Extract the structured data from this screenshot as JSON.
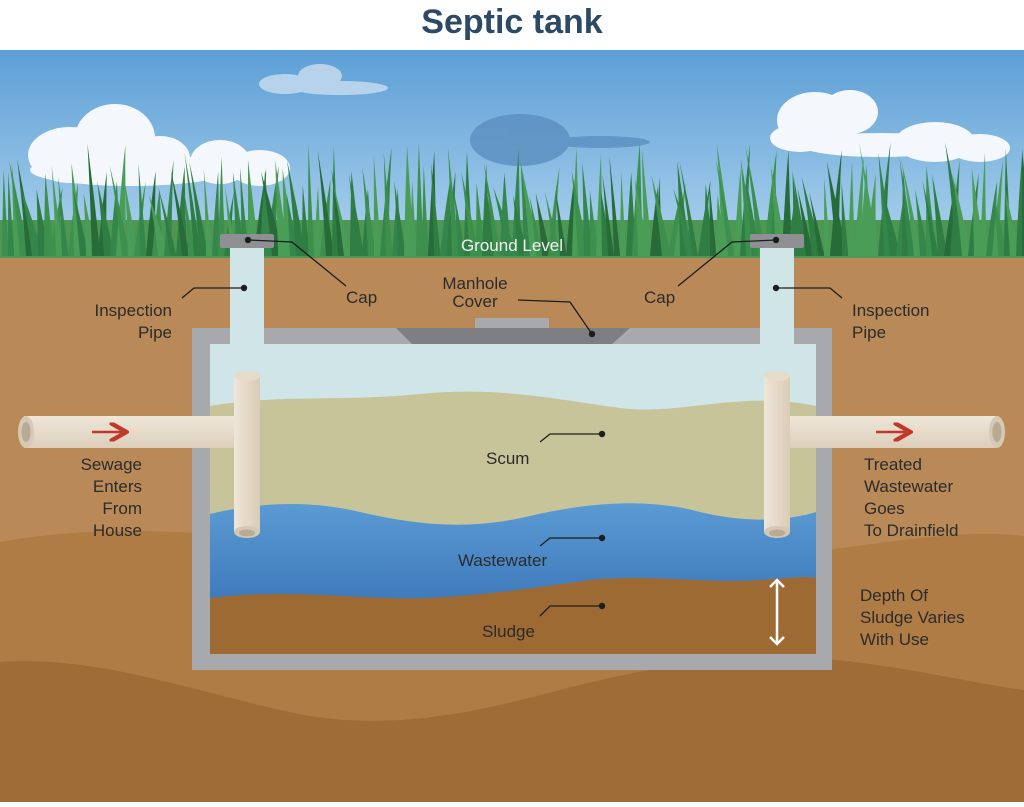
{
  "title": "Septic tank",
  "labels": {
    "ground_level": "Ground Level",
    "cap_left": "Cap",
    "cap_right": "Cap",
    "manhole_cover": [
      "Manhole",
      "Cover"
    ],
    "inspection_pipe_left": [
      "Inspection",
      "Pipe"
    ],
    "inspection_pipe_right": [
      "Inspection",
      "Pipe"
    ],
    "sewage_enters": [
      "Sewage",
      "Enters",
      "From",
      "House"
    ],
    "treated_wastewater": [
      "Treated",
      "Wastewater",
      "Goes",
      "To Drainfield"
    ],
    "scum": "Scum",
    "wastewater": "Wastewater",
    "sludge": "Sludge",
    "depth_of_sludge": [
      "Depth Of",
      "Sludge Varies",
      "With Use"
    ]
  },
  "colors": {
    "sky": "#66a7d9",
    "grass": "#3f8b4f",
    "soil": "#b98a58",
    "soil_dark": "#a36f38",
    "tank_wall": "#a7a9ac",
    "water_top": "#cfe5e8",
    "scum": "#c7c49a",
    "wastewater": "#3a78b8",
    "sludge": "#9d6a34",
    "pipe": "#e8dccb",
    "arrow": "#c0392b",
    "title": "#2c4a66"
  }
}
